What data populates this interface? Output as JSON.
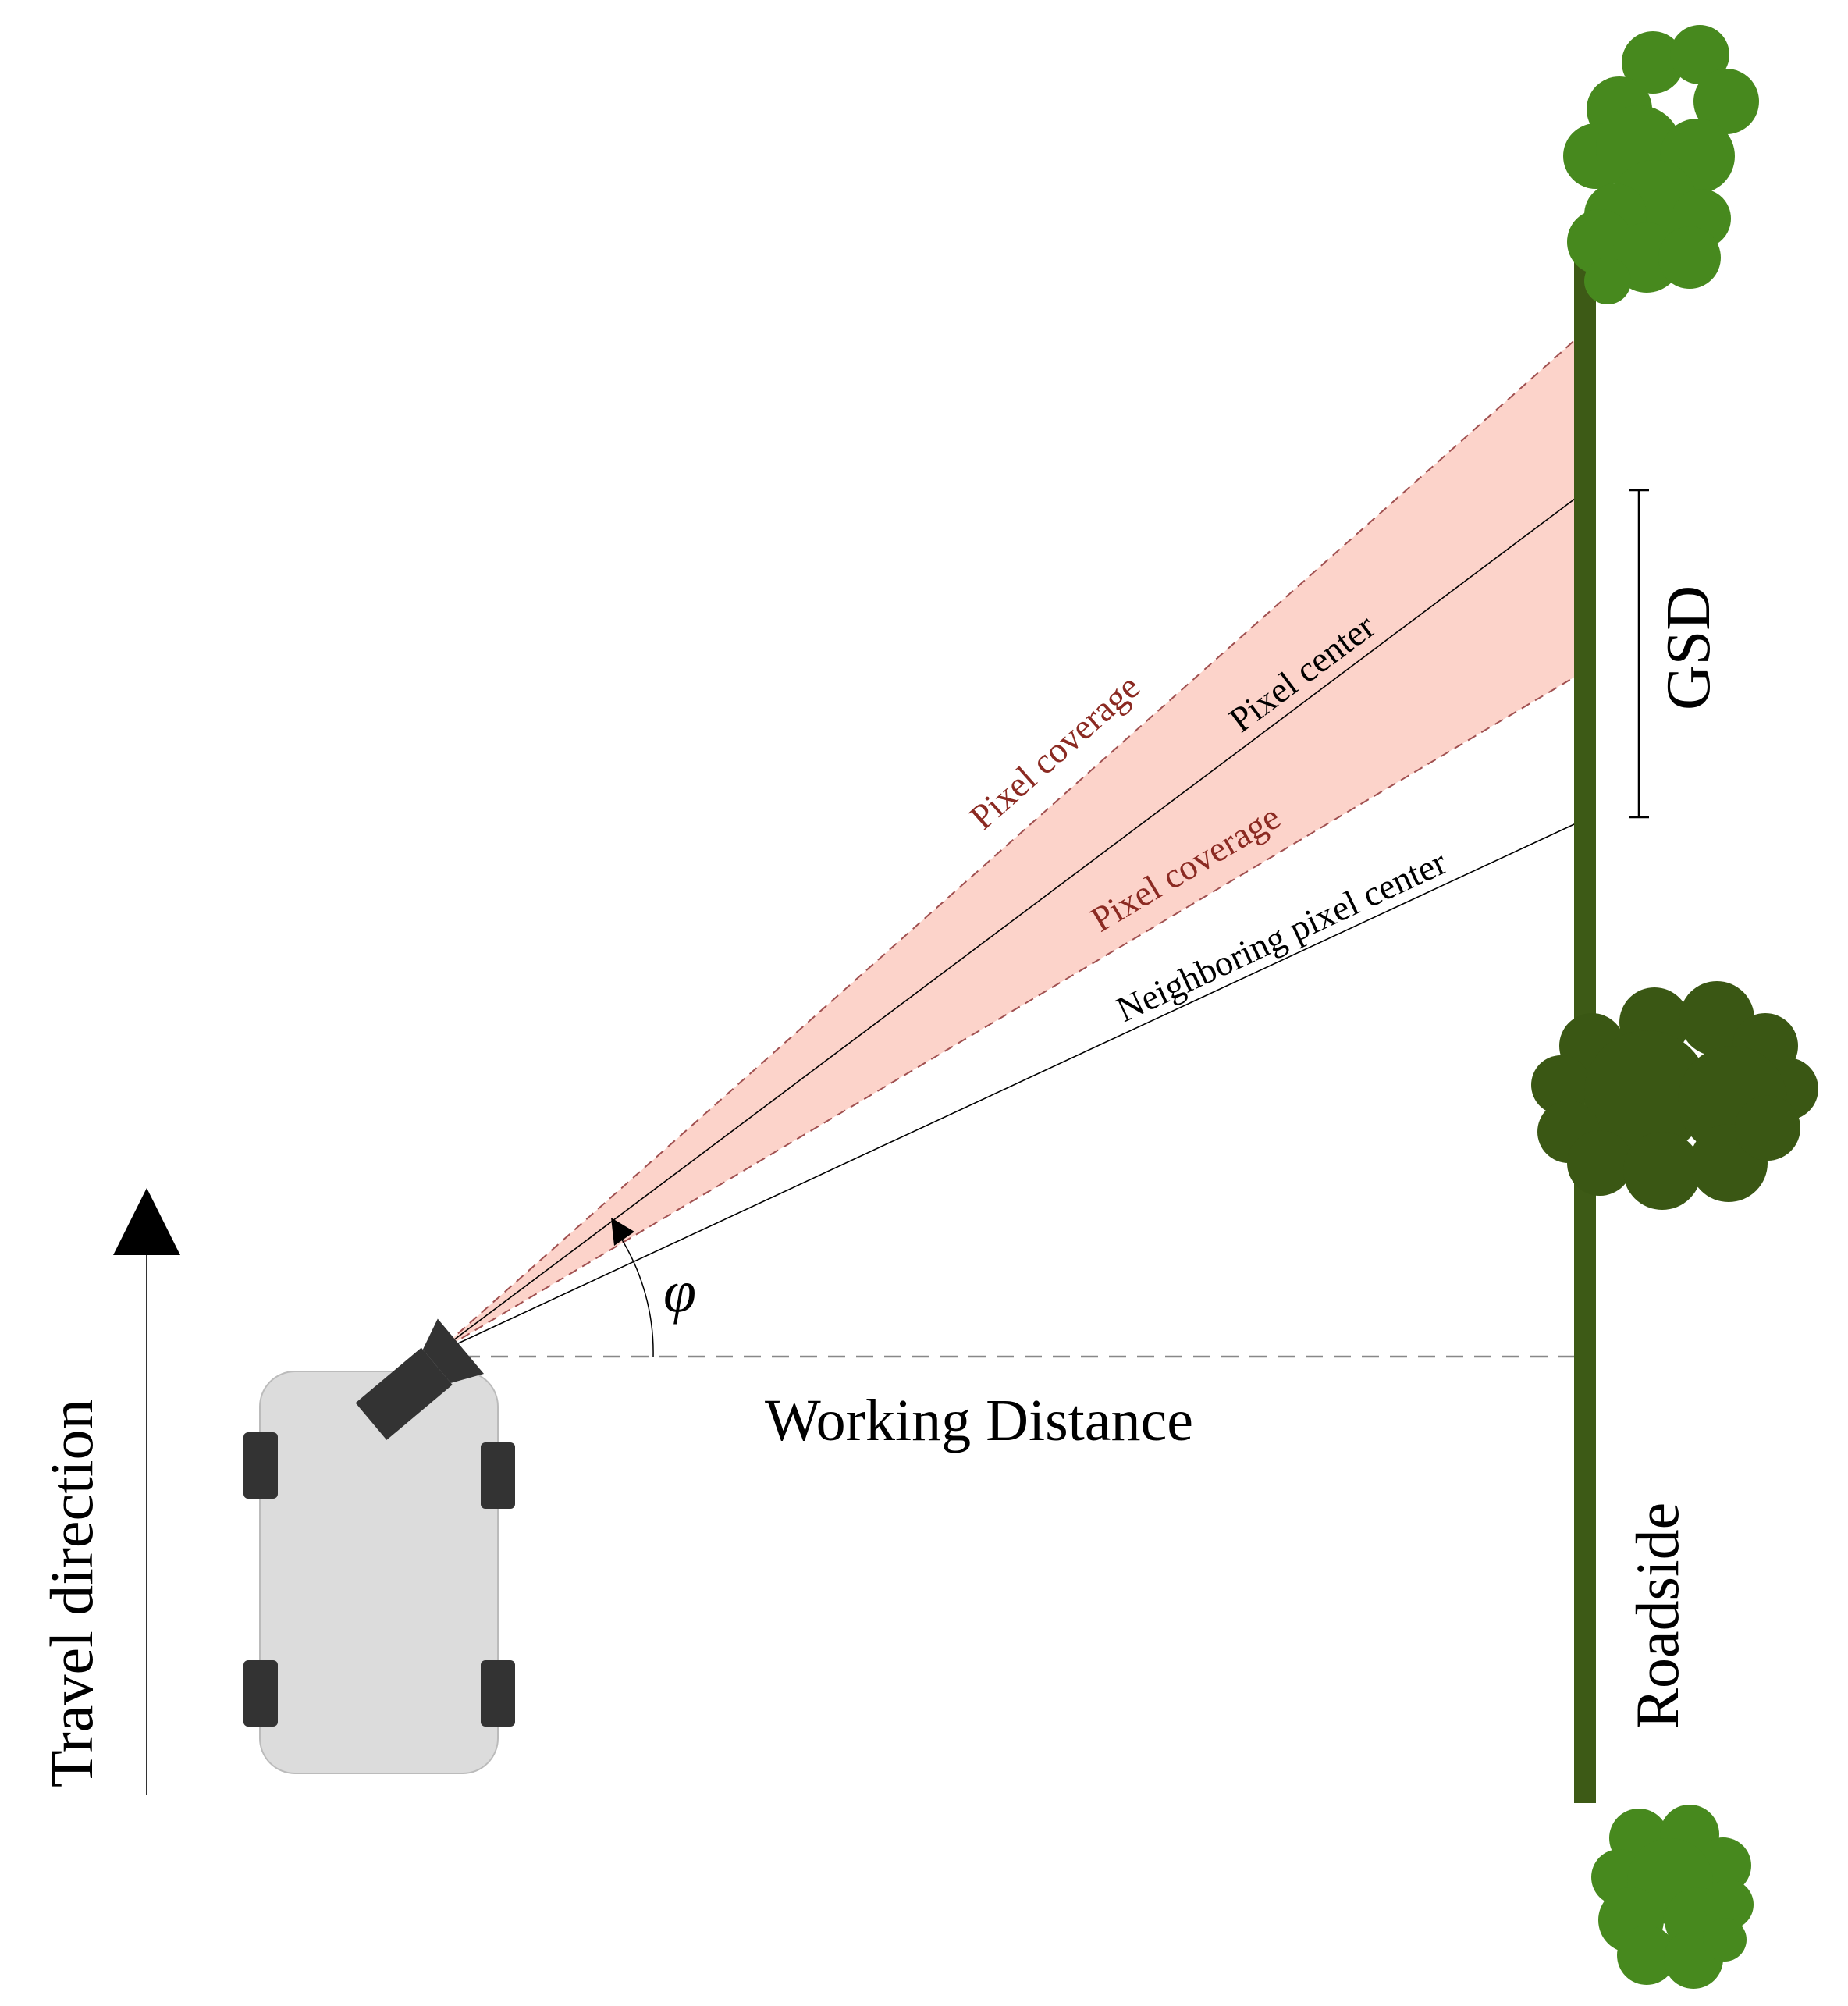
{
  "labels": {
    "travel_direction": "Travel direction",
    "working_distance": "Working Distance",
    "roadside": "Roadside",
    "gsd": "GSD",
    "pixel_center": "Pixel center",
    "neighboring_pixel_center": "Neighboring pixel center",
    "pixel_coverage_upper": "Pixel coverage",
    "pixel_coverage_lower": "Pixel coverage",
    "angle_symbol": "φ"
  },
  "colors": {
    "coverage_fill": "#fcd3ca",
    "coverage_text": "#8b2a22",
    "coverage_edge": "#a05050",
    "road": "#3d5a16",
    "tree_light": "#47891e",
    "tree_dark": "#3a5714",
    "vehicle_body": "#dcdcdc",
    "vehicle_dark": "#333333",
    "line": "#000000",
    "dashed": "#888888"
  },
  "icons": {
    "vehicle": "car-top-view-icon",
    "camera": "camera-icon",
    "tree": "tree-icon",
    "arrow": "arrow-up-icon"
  }
}
